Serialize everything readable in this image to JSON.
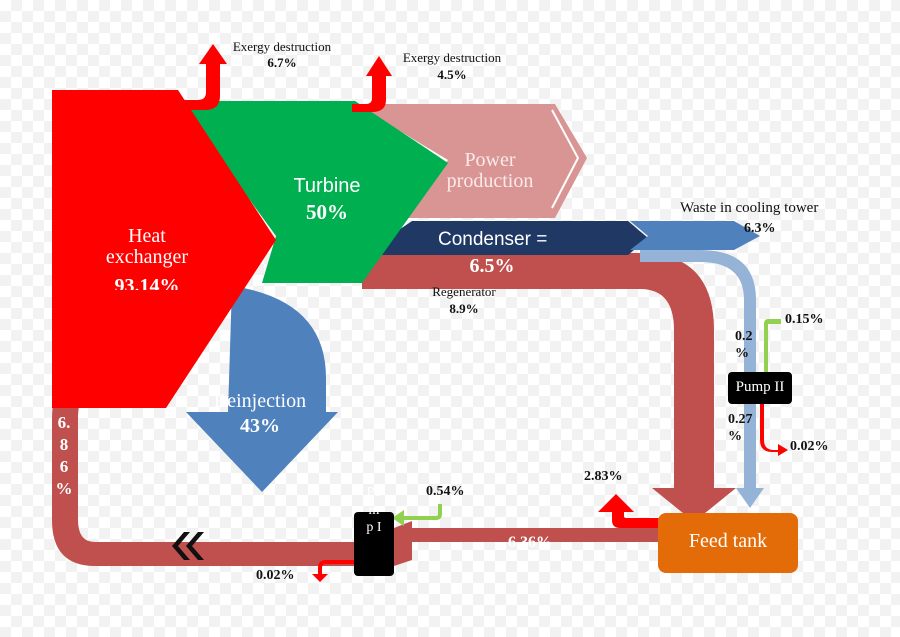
{
  "nodes": {
    "heat_exchanger": {
      "label": "Heat\nexchanger",
      "value": "93.14%"
    },
    "turbine": {
      "label": "Turbine",
      "value": "50%"
    },
    "power": {
      "label": "Power\nproduction"
    },
    "condenser": {
      "label": "Condenser =",
      "value": "6.5%"
    },
    "reinjection": {
      "label": "Reinjection",
      "value": "43%"
    },
    "feed_tank": {
      "label": "Feed tank"
    },
    "pump_2": {
      "label": "Pump II"
    },
    "pump_1": {
      "label": "Pu\nm\np I"
    }
  },
  "flows": {
    "exergy_1": {
      "label": "Exergy destruction",
      "value": "6.7%"
    },
    "exergy_2": {
      "label": "Exergy destruction",
      "value": "4.5%"
    },
    "waste": {
      "label": "Waste in cooling tower",
      "value": "6.3%"
    },
    "regenerator": {
      "label": "Regenerator",
      "value": "8.9%"
    },
    "pump2_in": "0.15%",
    "pump2_top": "0.2\n%",
    "pump2_bottom": "0.27\n%",
    "pump2_loss": "0.02%",
    "tank_loss": "2.83%",
    "tank_out": "6.36%",
    "pump1_in": "0.54%",
    "pump1_loss": "0.02%",
    "loop": "6.\n8\n6\n%"
  },
  "colors": {
    "heat_exchanger": "#ff0000",
    "turbine": "#00b050",
    "power": "#d99594",
    "condenser": "#1f3864",
    "waste": "#4f81bd",
    "regenerator": "#c0504d",
    "reinjection": "#4f81bd",
    "feed_tank": "#e36c09",
    "pump": "#000000",
    "small_input": "#92d050",
    "loss": "#ff0000",
    "condensate": "#95b3d7"
  }
}
